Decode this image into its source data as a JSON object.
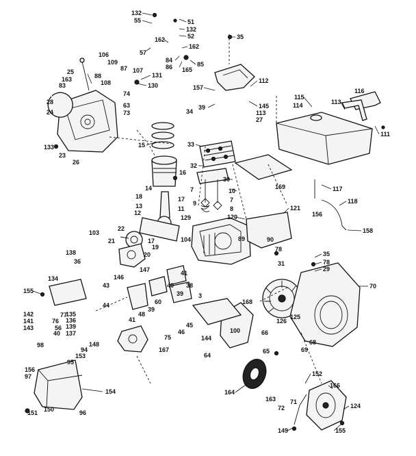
{
  "labels": [
    {
      "id": "l132a",
      "text": "132"
    },
    {
      "id": "l55",
      "text": "55"
    },
    {
      "id": "l51",
      "text": "51"
    },
    {
      "id": "l132b",
      "text": "132"
    },
    {
      "id": "l52",
      "text": "52"
    },
    {
      "id": "l35a",
      "text": "35"
    },
    {
      "id": "l162a",
      "text": "162"
    },
    {
      "id": "l162b",
      "text": "162"
    },
    {
      "id": "l57",
      "text": "57"
    },
    {
      "id": "l84",
      "text": "84"
    },
    {
      "id": "l86",
      "text": "86"
    },
    {
      "id": "l165",
      "text": "165"
    },
    {
      "id": "l85",
      "text": "85"
    },
    {
      "id": "l106",
      "text": "106"
    },
    {
      "id": "l109",
      "text": "109"
    },
    {
      "id": "l87",
      "text": "87"
    },
    {
      "id": "l107",
      "text": "107"
    },
    {
      "id": "l131",
      "text": "131"
    },
    {
      "id": "l25",
      "text": "25"
    },
    {
      "id": "l88",
      "text": "88"
    },
    {
      "id": "l163a",
      "text": "163"
    },
    {
      "id": "l108",
      "text": "108"
    },
    {
      "id": "l130",
      "text": "130"
    },
    {
      "id": "l83",
      "text": "83"
    },
    {
      "id": "l74",
      "text": "74"
    },
    {
      "id": "l28",
      "text": "28"
    },
    {
      "id": "l63",
      "text": "63"
    },
    {
      "id": "l24",
      "text": "24"
    },
    {
      "id": "l73",
      "text": "73"
    },
    {
      "id": "l112",
      "text": "112"
    },
    {
      "id": "l157",
      "text": "157"
    },
    {
      "id": "l145",
      "text": "145"
    },
    {
      "id": "l39",
      "text": "39"
    },
    {
      "id": "l34",
      "text": "34"
    },
    {
      "id": "l113a",
      "text": "113"
    },
    {
      "id": "l27",
      "text": "27"
    },
    {
      "id": "l115",
      "text": "115"
    },
    {
      "id": "l114",
      "text": "114"
    },
    {
      "id": "l113b",
      "text": "113"
    },
    {
      "id": "l116",
      "text": "116"
    },
    {
      "id": "l111",
      "text": "111"
    },
    {
      "id": "l133",
      "text": "133"
    },
    {
      "id": "l23",
      "text": "23"
    },
    {
      "id": "l26",
      "text": "26"
    },
    {
      "id": "l15",
      "text": "15"
    },
    {
      "id": "l33",
      "text": "33"
    },
    {
      "id": "l32",
      "text": "32"
    },
    {
      "id": "l16",
      "text": "16"
    },
    {
      "id": "l14",
      "text": "14"
    },
    {
      "id": "l30",
      "text": "30"
    },
    {
      "id": "l10",
      "text": "10"
    },
    {
      "id": "l169",
      "text": "169"
    },
    {
      "id": "l117",
      "text": "117"
    },
    {
      "id": "l7a",
      "text": "7"
    },
    {
      "id": "l7b",
      "text": "7"
    },
    {
      "id": "l18",
      "text": "18"
    },
    {
      "id": "l17a",
      "text": "17"
    },
    {
      "id": "l13",
      "text": "13"
    },
    {
      "id": "l9",
      "text": "9"
    },
    {
      "id": "l11",
      "text": "11"
    },
    {
      "id": "l8",
      "text": "8"
    },
    {
      "id": "l156a",
      "text": "156"
    },
    {
      "id": "l118",
      "text": "118"
    },
    {
      "id": "l12",
      "text": "12"
    },
    {
      "id": "l129",
      "text": "129"
    },
    {
      "id": "l120",
      "text": "120"
    },
    {
      "id": "l121",
      "text": "121"
    },
    {
      "id": "l22",
      "text": "22"
    },
    {
      "id": "l158",
      "text": "158"
    },
    {
      "id": "l103",
      "text": "103"
    },
    {
      "id": "l104",
      "text": "104"
    },
    {
      "id": "l89",
      "text": "89"
    },
    {
      "id": "l21",
      "text": "21"
    },
    {
      "id": "l17b",
      "text": "17"
    },
    {
      "id": "l19",
      "text": "19"
    },
    {
      "id": "l20",
      "text": "20"
    },
    {
      "id": "l90",
      "text": "90"
    },
    {
      "id": "l138",
      "text": "138"
    },
    {
      "id": "l78a",
      "text": "78"
    },
    {
      "id": "l35b",
      "text": "35"
    },
    {
      "id": "l36",
      "text": "36"
    },
    {
      "id": "l147",
      "text": "147"
    },
    {
      "id": "l31",
      "text": "31"
    },
    {
      "id": "l78b",
      "text": "78"
    },
    {
      "id": "l146",
      "text": "146"
    },
    {
      "id": "l29",
      "text": "29"
    },
    {
      "id": "l134",
      "text": "134"
    },
    {
      "id": "l41a",
      "text": "41"
    },
    {
      "id": "l70",
      "text": "70"
    },
    {
      "id": "l43",
      "text": "43"
    },
    {
      "id": "l38",
      "text": "38"
    },
    {
      "id": "l40",
      "text": "40"
    },
    {
      "id": "l39b",
      "text": "39"
    },
    {
      "id": "l155a",
      "text": "155"
    },
    {
      "id": "l3",
      "text": "3"
    },
    {
      "id": "l60",
      "text": "60"
    },
    {
      "id": "l168",
      "text": "168"
    },
    {
      "id": "l44",
      "text": "44"
    },
    {
      "id": "l39c",
      "text": "39"
    },
    {
      "id": "l135",
      "text": "135"
    },
    {
      "id": "l142",
      "text": "142"
    },
    {
      "id": "l77",
      "text": "77"
    },
    {
      "id": "l48",
      "text": "48"
    },
    {
      "id": "l41b",
      "text": "41"
    },
    {
      "id": "l136",
      "text": "136"
    },
    {
      "id": "l141",
      "text": "141"
    },
    {
      "id": "l76",
      "text": "76"
    },
    {
      "id": "l139",
      "text": "139"
    },
    {
      "id": "l126",
      "text": "126"
    },
    {
      "id": "l125",
      "text": "125"
    },
    {
      "id": "l143",
      "text": "143"
    },
    {
      "id": "l56",
      "text": "56"
    },
    {
      "id": "l137",
      "text": "137"
    },
    {
      "id": "l46",
      "text": "46"
    },
    {
      "id": "l45",
      "text": "45"
    },
    {
      "id": "l40b",
      "text": "40"
    },
    {
      "id": "l100",
      "text": "100"
    },
    {
      "id": "l75",
      "text": "75"
    },
    {
      "id": "l144",
      "text": "144"
    },
    {
      "id": "l66",
      "text": "66"
    },
    {
      "id": "l68",
      "text": "68"
    },
    {
      "id": "l69",
      "text": "69"
    },
    {
      "id": "l148",
      "text": "148"
    },
    {
      "id": "l98",
      "text": "98"
    },
    {
      "id": "l94",
      "text": "94"
    },
    {
      "id": "l167",
      "text": "167"
    },
    {
      "id": "l153",
      "text": "153"
    },
    {
      "id": "l95",
      "text": "95"
    },
    {
      "id": "l64",
      "text": "64"
    },
    {
      "id": "l65",
      "text": "65"
    },
    {
      "id": "l156b",
      "text": "156"
    },
    {
      "id": "l97",
      "text": "97"
    },
    {
      "id": "l152",
      "text": "152"
    },
    {
      "id": "l154",
      "text": "154"
    },
    {
      "id": "l164",
      "text": "164"
    },
    {
      "id": "l163b",
      "text": "163"
    },
    {
      "id": "l166",
      "text": "166"
    },
    {
      "id": "l71",
      "text": "71"
    },
    {
      "id": "l72",
      "text": "72"
    },
    {
      "id": "l151",
      "text": "151"
    },
    {
      "id": "l150",
      "text": "150"
    },
    {
      "id": "l96",
      "text": "96"
    },
    {
      "id": "l124",
      "text": "124"
    },
    {
      "id": "l149",
      "text": "149"
    },
    {
      "id": "l155b",
      "text": "155"
    }
  ]
}
